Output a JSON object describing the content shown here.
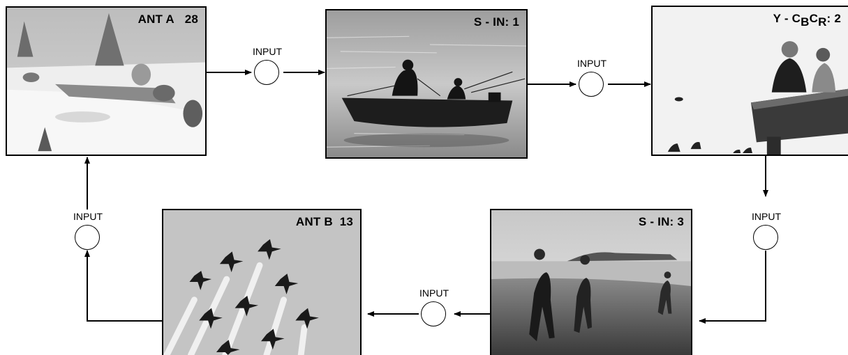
{
  "screens": {
    "ant_a": {
      "channel": "ANT A",
      "number": "28"
    },
    "s_in_1": {
      "text": "S - IN: 1"
    },
    "ycbcr": {
      "prefix": "Y - C",
      "sub1": "B",
      "mid": "C",
      "sub2": "R",
      "suffix": ": 2"
    },
    "s_in_3": {
      "text": "S - IN: 3"
    },
    "ant_b": {
      "channel": "ANT B",
      "number": "13"
    }
  },
  "input_label": "INPUT"
}
